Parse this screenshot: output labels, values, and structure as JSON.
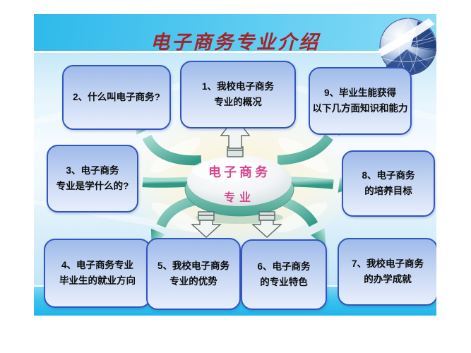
{
  "slide": {
    "title": "电子商务专业介绍",
    "center": {
      "line1": "电子商务",
      "line2": "专业"
    },
    "boxes": [
      {
        "id": 1,
        "line1": "1、我校电子商务",
        "line2": "专业的概况"
      },
      {
        "id": 2,
        "line1": "2、什么叫电子商务?",
        "line2": ""
      },
      {
        "id": 3,
        "line1": "3、电子商务",
        "line2": "专业是学什么的?"
      },
      {
        "id": 4,
        "line1": "4、电子商务专业",
        "line2": "毕业生的就业方向"
      },
      {
        "id": 5,
        "line1": "5、我校电子商务",
        "line2": "专业的优势"
      },
      {
        "id": 6,
        "line1": "6、电子商务",
        "line2": "的专业特色"
      },
      {
        "id": 7,
        "line1": "7、我校电子商务",
        "line2": "的办学成就"
      },
      {
        "id": 8,
        "line1": "8、电子商务",
        "line2": "的培养目标"
      },
      {
        "id": 9,
        "line1": "9、毕业生能获得",
        "line2": "以下几方面知识和能力"
      }
    ],
    "icons": {
      "globe": "globe-icon"
    },
    "colors": {
      "title_red": "#a3242b",
      "hub_magenta": "#d8468f",
      "box_border_blue": "#3355c0",
      "arrow_teal": "#2f9985",
      "band_cyan": "#1fb5e9"
    }
  }
}
